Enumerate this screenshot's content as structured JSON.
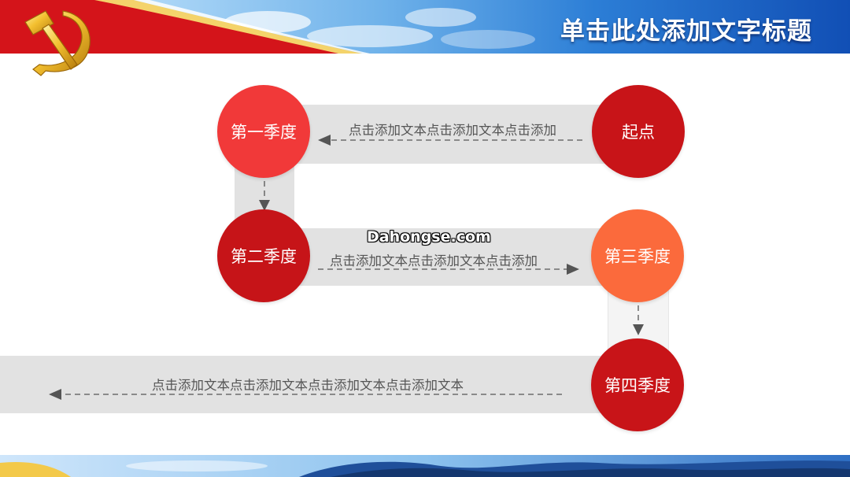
{
  "header": {
    "title": "单击此处添加文字标题"
  },
  "flow": {
    "nodes": {
      "start": "起点",
      "q1": "第一季度",
      "q2": "第二季度",
      "q3": "第三季度",
      "q4": "第四季度"
    },
    "steps": {
      "start_to_q1": "点击添加文本点击添加文本点击添加",
      "q2_to_q3": "点击添加文本点击添加文本点击添加",
      "q4_out": "点击添加文本点击添加文本点击添加文本点击添加文本"
    }
  },
  "watermark": "Dahongse.com",
  "colors": {
    "dark_red": "#c81418",
    "bright_red": "#f13939",
    "orange": "#fb6a3c",
    "band_gray": "#e2e2e2",
    "arrow_gray": "#555555"
  },
  "icons": {
    "emblem": "party-emblem-icon"
  }
}
